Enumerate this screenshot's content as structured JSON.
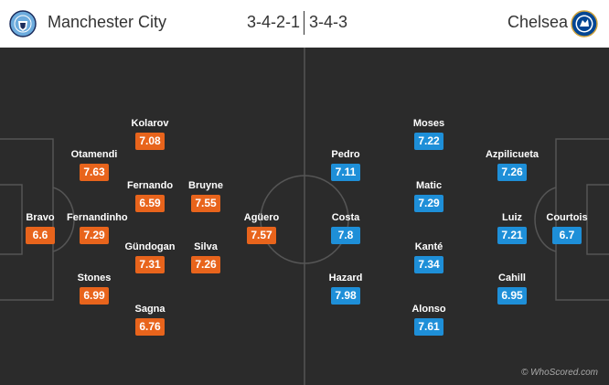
{
  "header": {
    "home_team": "Manchester City",
    "home_formation": "3-4-2-1",
    "away_formation": "3-4-3",
    "away_team": "Chelsea"
  },
  "colors": {
    "home_rating": "#e8641c",
    "away_rating": "#1e8fd8",
    "pitch": "#2b2b2b",
    "lines": "#555555"
  },
  "home_players": [
    {
      "name": "Bravo",
      "rating": "6.6"
    },
    {
      "name": "Otamendi",
      "rating": "7.63"
    },
    {
      "name": "Fernandinho",
      "rating": "7.29"
    },
    {
      "name": "Stones",
      "rating": "6.99"
    },
    {
      "name": "Kolarov",
      "rating": "7.08"
    },
    {
      "name": "Fernando",
      "rating": "6.59"
    },
    {
      "name": "Gündogan",
      "rating": "7.31"
    },
    {
      "name": "Sagna",
      "rating": "6.76"
    },
    {
      "name": "Bruyne",
      "rating": "7.55"
    },
    {
      "name": "Silva",
      "rating": "7.26"
    },
    {
      "name": "Agüero",
      "rating": "7.57"
    }
  ],
  "away_players": [
    {
      "name": "Pedro",
      "rating": "7.11"
    },
    {
      "name": "Costa",
      "rating": "7.8"
    },
    {
      "name": "Hazard",
      "rating": "7.98"
    },
    {
      "name": "Moses",
      "rating": "7.22"
    },
    {
      "name": "Matic",
      "rating": "7.29"
    },
    {
      "name": "Kanté",
      "rating": "7.34"
    },
    {
      "name": "Alonso",
      "rating": "7.61"
    },
    {
      "name": "Azpilicueta",
      "rating": "7.26"
    },
    {
      "name": "Luiz",
      "rating": "7.21"
    },
    {
      "name": "Cahill",
      "rating": "6.95"
    },
    {
      "name": "Courtois",
      "rating": "6.7"
    }
  ],
  "watermark": "© WhoScored.com"
}
